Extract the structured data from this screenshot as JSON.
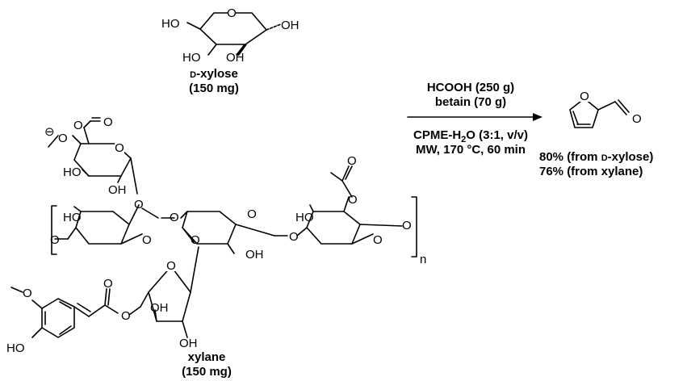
{
  "xylose": {
    "atoms": {
      "ho1": "HO",
      "oh1": "OH",
      "ho2": "HO",
      "oh2": "OH"
    },
    "name_prefix": "D",
    "name_rest": "-xylose",
    "amount": "(150 mg)"
  },
  "conditions": {
    "above1": "HCOOH (250 g)",
    "above2": "betain (70 g)",
    "below1_a": "CPME-H",
    "below1_sub": "2",
    "below1_b": "O (3:1, v/v)",
    "below2": "MW, 170 °C, 60 min"
  },
  "product": {
    "atom_o_ring": "O",
    "atom_o_ald": "O",
    "yield1_a": "80% (from ",
    "yield1_sc": "D",
    "yield1_b": "-xylose)",
    "yield2": "76% (from xylane)"
  },
  "xylane": {
    "atoms": {
      "glcA_minus": "⊖",
      "glcA_ocarb": "O",
      "glcA_dbl_o": "O",
      "glcA_ome": "O",
      "glcA_ring_o": "O",
      "glcA_ho": "HO",
      "glcA_oh": "OH",
      "ho_a": "HO",
      "o_link1": "O",
      "o_link2": "O",
      "o_ring_a": "O",
      "o_ring_b": "O",
      "o_ring_c": "O",
      "o_left": "O",
      "oh_b": "OH",
      "ho_c": "HO",
      "ac_o": "O",
      "ac_dbl": "O",
      "o_right": "O",
      "n_sub": "n",
      "o_link3": "O",
      "o_link4": "O",
      "ara_ring_o": "O",
      "ara_oh1": "OH",
      "ara_oh2": "OH",
      "ester_o": "O",
      "ester_dbl": "O",
      "fer_ome": "O",
      "fer_ho": "HO"
    },
    "name": "xylane",
    "amount": "(150 mg)"
  }
}
